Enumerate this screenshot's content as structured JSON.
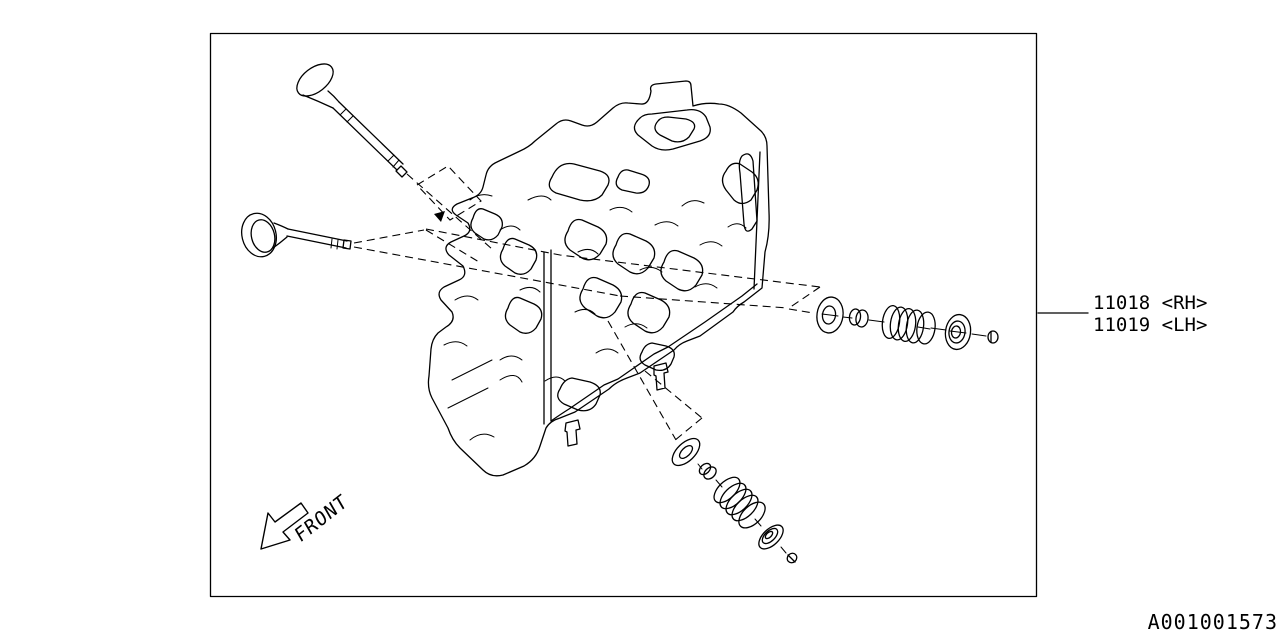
{
  "diagram": {
    "callout": {
      "line1": "11018 <RH>",
      "line2": "11019 <LH>"
    },
    "front_label": "FRONT",
    "code": "A001001573",
    "colors": {
      "line": "#000000",
      "background": "#ffffff"
    }
  }
}
